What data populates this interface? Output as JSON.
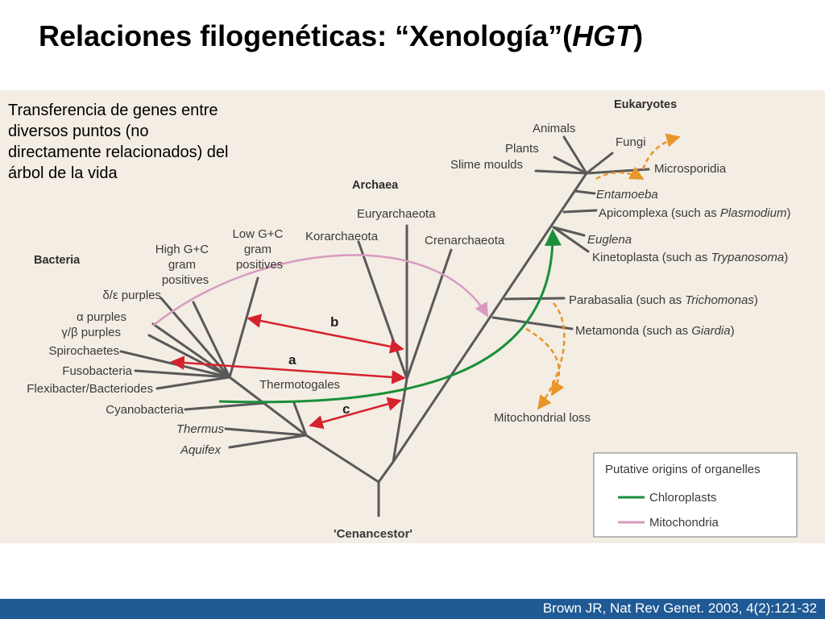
{
  "slide": {
    "title_main": "Relaciones filogenéticas: “Xenología”(",
    "title_italic": "HGT",
    "title_end": ")",
    "intro": "Transferencia de genes entre diversos puntos (no directamente relacionados) del árbol de la vida",
    "citation": "Brown JR, Nat Rev Genet. 2003, 4(2):121-32"
  },
  "tree": {
    "groups": {
      "bacteria": "Bacteria",
      "archaea": "Archaea",
      "eukaryotes": "Eukaryotes"
    },
    "root": "'Cenancestor'",
    "bacteria": {
      "high_gc": [
        "High G+C",
        "gram",
        "positives"
      ],
      "low_gc": [
        "Low G+C",
        "gram",
        "positives"
      ],
      "delta": "δ/ε purples",
      "alpha": "α purples",
      "gamma": "γ/β purples",
      "spiro": "Spirochaetes",
      "fuso": "Fusobacteria",
      "flexi": "Flexibacter/Bacteriodes",
      "cyano": "Cyanobacteria",
      "thermo": "Thermotogales",
      "thermus": "Thermus",
      "aquifex": "Aquifex"
    },
    "archaea": {
      "eury": "Euryarchaeota",
      "kor": "Korarchaeota",
      "cren": "Crenarchaeota"
    },
    "eukaryotes": {
      "animals": "Animals",
      "fungi": "Fungi",
      "plants": "Plants",
      "slime": "Slime moulds",
      "micro": "Microsporidia",
      "entamoeba": "Entamoeba",
      "apicomplexa_pre": "Apicomplexa (such as ",
      "apicomplexa_it": "Plasmodium",
      "apicomplexa_post": ")",
      "euglena": "Euglena",
      "kineto_pre": "Kinetoplasta (such as ",
      "kineto_it": "Trypanosoma",
      "kineto_post": ")",
      "para_pre": "Parabasalia (such as ",
      "para_it": "Trichomonas",
      "para_post": ")",
      "meta_pre": "Metamonda (such as ",
      "meta_it": "Giardia",
      "meta_post": ")",
      "mito_loss": "Mitochondrial loss"
    },
    "transfers": [
      "a",
      "b",
      "c"
    ]
  },
  "legend": {
    "title": "Putative origins of organelles",
    "items": [
      {
        "label": "Chloroplasts",
        "color": "#1a8f3a"
      },
      {
        "label": "Mitochondria",
        "color": "#d99ac0"
      }
    ]
  },
  "colors": {
    "branch": "#595959",
    "hgt_arrow": "#d6222e",
    "loss_arrow": "#e8952a",
    "footer": "#1f5a94"
  }
}
